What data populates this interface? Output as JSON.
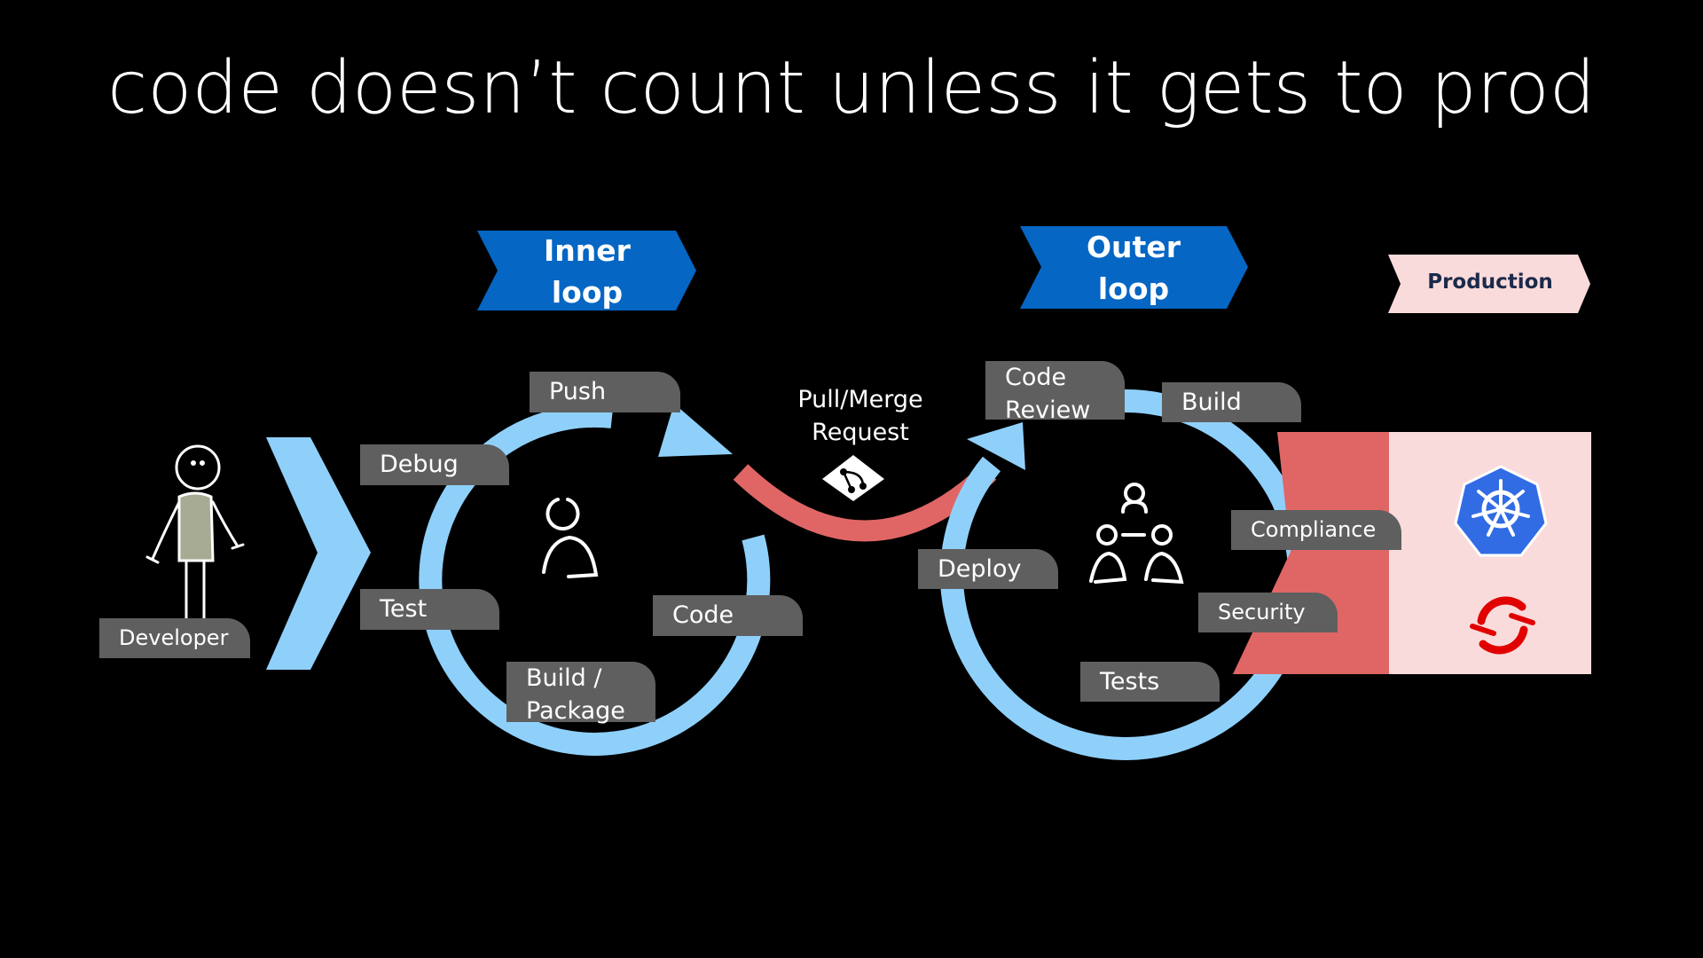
{
  "title": "code doesn’t count unless it gets to prod",
  "inner_loop": {
    "label_line1": "Inner",
    "label_line2": "loop",
    "steps": {
      "push": "Push",
      "debug": "Debug",
      "test": "Test",
      "code": "Code",
      "build_line1": "Build /",
      "build_line2": "Package"
    }
  },
  "pull_request": {
    "line1": "Pull/Merge",
    "line2": "Request"
  },
  "outer_loop": {
    "label_line1": "Outer",
    "label_line2": "loop",
    "steps": {
      "code_review_line1": "Code",
      "code_review_line2": "Review",
      "build": "Build",
      "compliance": "Compliance",
      "deploy": "Deploy",
      "security": "Security",
      "tests": "Tests"
    }
  },
  "production": {
    "label": "Production"
  },
  "developer": {
    "label": "Developer"
  },
  "icons": {
    "developer": "stick-figure-icon",
    "single_user": "person-icon",
    "team": "team-icon",
    "git": "git-merge-icon",
    "kubernetes": "kubernetes-icon",
    "openshift": "openshift-icon"
  },
  "colors": {
    "background": "#000000",
    "loop_arc": "#8fd0fb",
    "chevron_blue": "#0566c4",
    "pr_arc": "#e06666",
    "production_bg": "#fadbdb",
    "tag_gray": "#5f5f5f"
  }
}
